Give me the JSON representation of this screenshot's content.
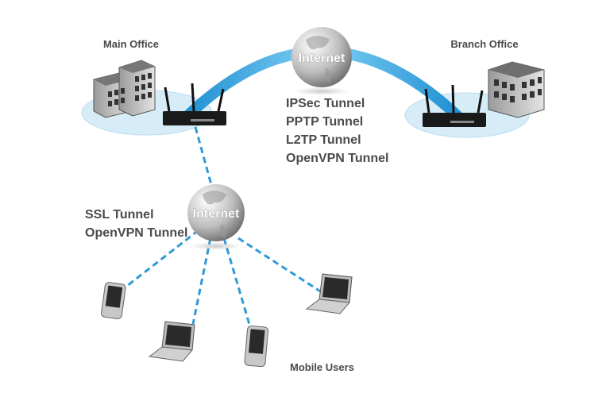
{
  "labels": {
    "main_office": "Main Office",
    "branch_office": "Branch Office",
    "internet_top": "Internet",
    "internet_bottom": "Internet",
    "mobile_users": "Mobile Users"
  },
  "site_to_site_tunnels": [
    "IPSec Tunnel",
    "PPTP Tunnel",
    "L2TP Tunnel",
    "OpenVPN Tunnel"
  ],
  "remote_tunnels": [
    "SSL Tunnel",
    "OpenVPN Tunnel"
  ],
  "colors": {
    "tunnel_blue": "#2f9ad8",
    "site_ellipse": "#d6ecf7",
    "text": "#4a4a4a"
  },
  "icons": [
    "office-building-icon",
    "router-icon",
    "globe-icon",
    "laptop-icon",
    "pda-icon"
  ]
}
